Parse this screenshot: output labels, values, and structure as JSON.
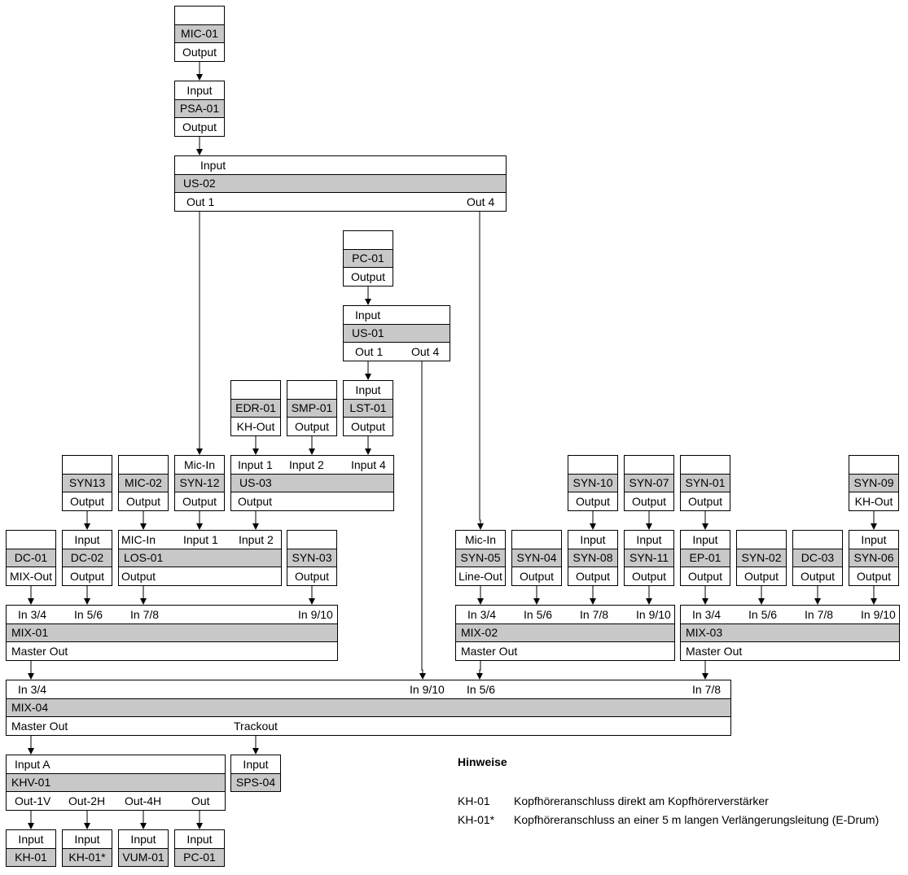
{
  "devices": [
    {
      "id": "MIC-01",
      "name": "MIC-01",
      "top": [],
      "bottom": [
        "Output"
      ]
    },
    {
      "id": "PSA-01",
      "name": "PSA-01",
      "top": [
        "Input"
      ],
      "bottom": [
        "Output"
      ]
    },
    {
      "id": "US-02",
      "name": "US-02",
      "top": [
        "Input"
      ],
      "bottom": [
        "Out 1",
        "Out 4"
      ]
    },
    {
      "id": "PC-01a",
      "name": "PC-01",
      "top": [],
      "bottom": [
        "Output"
      ]
    },
    {
      "id": "US-01",
      "name": "US-01",
      "top": [
        "Input"
      ],
      "bottom": [
        "Out 1",
        "Out 4"
      ]
    },
    {
      "id": "EDR-01",
      "name": "EDR-01",
      "top": [],
      "bottom": [
        "KH-Out"
      ]
    },
    {
      "id": "SMP-01",
      "name": "SMP-01",
      "top": [],
      "bottom": [
        "Output"
      ]
    },
    {
      "id": "LST-01",
      "name": "LST-01",
      "top": [
        "Input"
      ],
      "bottom": [
        "Output"
      ]
    },
    {
      "id": "SYN13",
      "name": "SYN13",
      "top": [],
      "bottom": [
        "Output"
      ]
    },
    {
      "id": "MIC-02",
      "name": "MIC-02",
      "top": [],
      "bottom": [
        "Output"
      ]
    },
    {
      "id": "SYN-12",
      "name": "SYN-12",
      "top": [
        "Mic-In"
      ],
      "bottom": [
        "Output"
      ]
    },
    {
      "id": "US-03",
      "name": "US-03",
      "top": [
        "Input 1",
        "Input 2",
        "Input 4"
      ],
      "bottom": [
        "Output"
      ]
    },
    {
      "id": "SYN-10",
      "name": "SYN-10",
      "top": [],
      "bottom": [
        "Output"
      ]
    },
    {
      "id": "SYN-07",
      "name": "SYN-07",
      "top": [],
      "bottom": [
        "Output"
      ]
    },
    {
      "id": "SYN-01",
      "name": "SYN-01",
      "top": [],
      "bottom": [
        "Output"
      ]
    },
    {
      "id": "SYN-09",
      "name": "SYN-09",
      "top": [],
      "bottom": [
        "KH-Out"
      ]
    },
    {
      "id": "DC-01",
      "name": "DC-01",
      "top": [],
      "bottom": [
        "MIX-Out"
      ]
    },
    {
      "id": "DC-02",
      "name": "DC-02",
      "top": [
        "Input"
      ],
      "bottom": [
        "Output"
      ]
    },
    {
      "id": "LOS-01",
      "name": "LOS-01",
      "top": [
        "MIC-In",
        "Input 1",
        "Input 2"
      ],
      "bottom": [
        "Output"
      ]
    },
    {
      "id": "SYN-03",
      "name": "SYN-03",
      "top": [],
      "bottom": [
        "Output"
      ]
    },
    {
      "id": "SYN-05",
      "name": "SYN-05",
      "top": [
        "Mic-In"
      ],
      "bottom": [
        "Line-Out"
      ]
    },
    {
      "id": "SYN-04",
      "name": "SYN-04",
      "top": [],
      "bottom": [
        "Output"
      ]
    },
    {
      "id": "SYN-08",
      "name": "SYN-08",
      "top": [
        "Input"
      ],
      "bottom": [
        "Output"
      ]
    },
    {
      "id": "SYN-11",
      "name": "SYN-11",
      "top": [
        "Input"
      ],
      "bottom": [
        "Output"
      ]
    },
    {
      "id": "EP-01",
      "name": "EP-01",
      "top": [
        "Input"
      ],
      "bottom": [
        "Output"
      ]
    },
    {
      "id": "SYN-02",
      "name": "SYN-02",
      "top": [],
      "bottom": [
        "Output"
      ]
    },
    {
      "id": "DC-03",
      "name": "DC-03",
      "top": [],
      "bottom": [
        "Output"
      ]
    },
    {
      "id": "SYN-06",
      "name": "SYN-06",
      "top": [
        "Input"
      ],
      "bottom": [
        "Output"
      ]
    },
    {
      "id": "MIX-01",
      "name": "MIX-01",
      "top": [
        "In 3/4",
        "In 5/6",
        "In 7/8",
        "In 9/10"
      ],
      "bottom": [
        "Master Out"
      ]
    },
    {
      "id": "MIX-02",
      "name": "MIX-02",
      "top": [
        "In 3/4",
        "In 5/6",
        "In 7/8",
        "In 9/10"
      ],
      "bottom": [
        "Master Out"
      ]
    },
    {
      "id": "MIX-03",
      "name": "MIX-03",
      "top": [
        "In 3/4",
        "In 5/6",
        "In 7/8",
        "In 9/10"
      ],
      "bottom": [
        "Master Out"
      ]
    },
    {
      "id": "MIX-04",
      "name": "MIX-04",
      "top": [
        "In 3/4",
        "In 9/10",
        "In 5/6",
        "In 7/8"
      ],
      "bottom": [
        "Master Out",
        "Trackout"
      ]
    },
    {
      "id": "KHV-01",
      "name": "KHV-01",
      "top": [
        "Input A"
      ],
      "bottom": [
        "Out-1V",
        "Out-2H",
        "Out-4H",
        "Out"
      ]
    },
    {
      "id": "SPS-04",
      "name": "SPS-04",
      "top": [
        "Input"
      ],
      "bottom": []
    },
    {
      "id": "KH-01",
      "name": "KH-01",
      "top": [
        "Input"
      ],
      "bottom": []
    },
    {
      "id": "KH-01s",
      "name": "KH-01*",
      "top": [
        "Input"
      ],
      "bottom": []
    },
    {
      "id": "VUM-01",
      "name": "VUM-01",
      "top": [
        "Input"
      ],
      "bottom": []
    },
    {
      "id": "PC-01b",
      "name": "PC-01",
      "top": [
        "Input"
      ],
      "bottom": []
    }
  ],
  "connections": [
    {
      "from": "MIC-01",
      "from_port": "Output",
      "to": "PSA-01",
      "to_port": "Input"
    },
    {
      "from": "PSA-01",
      "from_port": "Output",
      "to": "US-02",
      "to_port": "Input"
    },
    {
      "from": "US-02",
      "from_port": "Out 1",
      "to": "SYN-12",
      "to_port": "Mic-In"
    },
    {
      "from": "US-02",
      "from_port": "Out 4",
      "to": "SYN-05",
      "to_port": "Mic-In"
    },
    {
      "from": "PC-01a",
      "from_port": "Output",
      "to": "US-01",
      "to_port": "Input"
    },
    {
      "from": "US-01",
      "from_port": "Out 1",
      "to": "LST-01",
      "to_port": "Input"
    },
    {
      "from": "US-01",
      "from_port": "Out 4",
      "to": "MIX-04",
      "to_port": "In 9/10"
    },
    {
      "from": "EDR-01",
      "from_port": "KH-Out",
      "to": "US-03",
      "to_port": "Input 1"
    },
    {
      "from": "SMP-01",
      "from_port": "Output",
      "to": "US-03",
      "to_port": "Input 2"
    },
    {
      "from": "LST-01",
      "from_port": "Output",
      "to": "US-03",
      "to_port": "Input 4"
    },
    {
      "from": "SYN13",
      "from_port": "Output",
      "to": "DC-02",
      "to_port": "Input"
    },
    {
      "from": "MIC-02",
      "from_port": "Output",
      "to": "LOS-01",
      "to_port": "MIC-In"
    },
    {
      "from": "SYN-12",
      "from_port": "Output",
      "to": "LOS-01",
      "to_port": "Input 1"
    },
    {
      "from": "US-03",
      "from_port": "Output",
      "to": "LOS-01",
      "to_port": "Input 2"
    },
    {
      "from": "SYN-10",
      "from_port": "Output",
      "to": "SYN-08",
      "to_port": "Input"
    },
    {
      "from": "SYN-07",
      "from_port": "Output",
      "to": "SYN-11",
      "to_port": "Input"
    },
    {
      "from": "SYN-01",
      "from_port": "Output",
      "to": "EP-01",
      "to_port": "Input"
    },
    {
      "from": "SYN-09",
      "from_port": "KH-Out",
      "to": "SYN-06",
      "to_port": "Input"
    },
    {
      "from": "DC-01",
      "from_port": "MIX-Out",
      "to": "MIX-01",
      "to_port": "In 3/4"
    },
    {
      "from": "DC-02",
      "from_port": "Output",
      "to": "MIX-01",
      "to_port": "In 5/6"
    },
    {
      "from": "LOS-01",
      "from_port": "Output",
      "to": "MIX-01",
      "to_port": "In 7/8"
    },
    {
      "from": "SYN-03",
      "from_port": "Output",
      "to": "MIX-01",
      "to_port": "In 9/10"
    },
    {
      "from": "SYN-05",
      "from_port": "Line-Out",
      "to": "MIX-02",
      "to_port": "In 3/4"
    },
    {
      "from": "SYN-04",
      "from_port": "Output",
      "to": "MIX-02",
      "to_port": "In 5/6"
    },
    {
      "from": "SYN-08",
      "from_port": "Output",
      "to": "MIX-02",
      "to_port": "In 7/8"
    },
    {
      "from": "SYN-11",
      "from_port": "Output",
      "to": "MIX-02",
      "to_port": "In 9/10"
    },
    {
      "from": "EP-01",
      "from_port": "Output",
      "to": "MIX-03",
      "to_port": "In 3/4"
    },
    {
      "from": "SYN-02",
      "from_port": "Output",
      "to": "MIX-03",
      "to_port": "In 5/6"
    },
    {
      "from": "DC-03",
      "from_port": "Output",
      "to": "MIX-03",
      "to_port": "In 7/8"
    },
    {
      "from": "SYN-06",
      "from_port": "Output",
      "to": "MIX-03",
      "to_port": "In 9/10"
    },
    {
      "from": "MIX-01",
      "from_port": "Master Out",
      "to": "MIX-04",
      "to_port": "In 3/4"
    },
    {
      "from": "MIX-02",
      "from_port": "Master Out",
      "to": "MIX-04",
      "to_port": "In 5/6"
    },
    {
      "from": "MIX-03",
      "from_port": "Master Out",
      "to": "MIX-04",
      "to_port": "In 7/8"
    },
    {
      "from": "MIX-04",
      "from_port": "Master Out",
      "to": "KHV-01",
      "to_port": "Input A"
    },
    {
      "from": "MIX-04",
      "from_port": "Trackout",
      "to": "SPS-04",
      "to_port": "Input"
    },
    {
      "from": "KHV-01",
      "from_port": "Out-1V",
      "to": "KH-01",
      "to_port": "Input"
    },
    {
      "from": "KHV-01",
      "from_port": "Out-2H",
      "to": "KH-01s",
      "to_port": "Input"
    },
    {
      "from": "KHV-01",
      "from_port": "Out-4H",
      "to": "VUM-01",
      "to_port": "Input"
    },
    {
      "from": "KHV-01",
      "from_port": "Out",
      "to": "PC-01b",
      "to_port": "Input"
    }
  ],
  "notes": {
    "title": "Hinweise",
    "items": [
      {
        "key": "KH-01",
        "text": "Kopfhöreranschluss direkt am Kopfhörerverstärker"
      },
      {
        "key": "KH-01*",
        "text": "Kopfhöreranschluss an einer 5 m langen Verlängerungsleitung (E-Drum)"
      }
    ]
  }
}
